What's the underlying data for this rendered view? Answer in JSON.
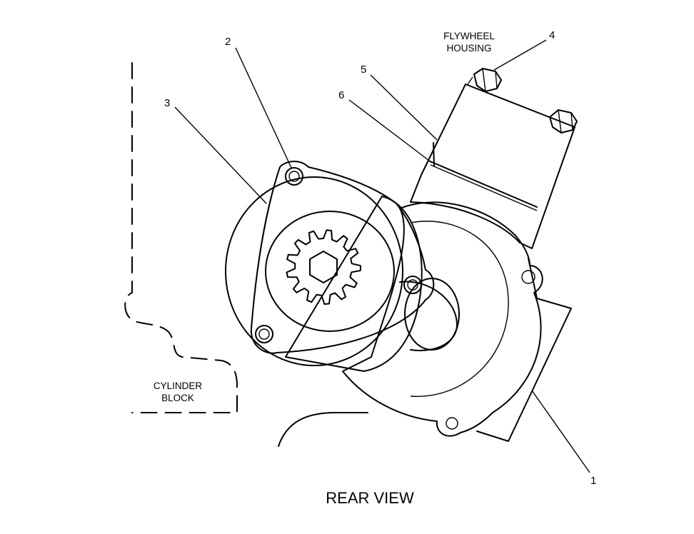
{
  "labels": {
    "flywheel_housing_line1": "FLYWHEEL",
    "flywheel_housing_line2": "HOUSING",
    "cylinder_block_line1": "CYLINDER",
    "cylinder_block_line2": "BLOCK",
    "caption": "REAR VIEW"
  },
  "callouts": {
    "c1": "1",
    "c2": "2",
    "c3": "3",
    "c4": "4",
    "c5": "5",
    "c6": "6"
  },
  "colors": {
    "line": "#000000",
    "background": "#ffffff",
    "gasket_dots": "#000000"
  }
}
